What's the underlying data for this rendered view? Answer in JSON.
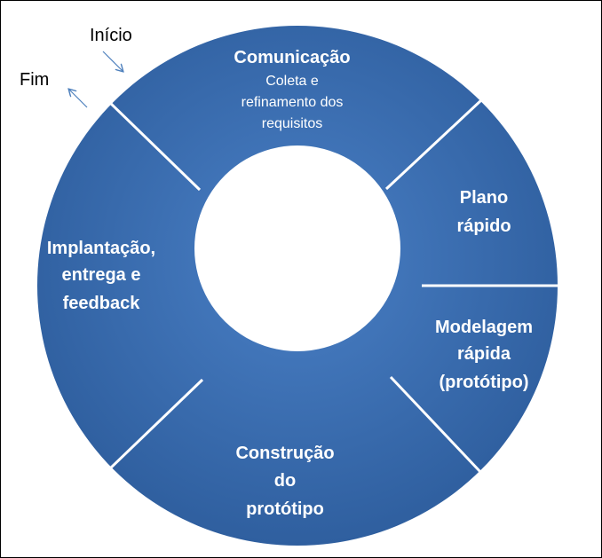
{
  "diagram": {
    "type": "cycle",
    "fill_color": "#3a6db3",
    "divider_color": "#ffffff",
    "start_label": "Início",
    "end_label": "Fim",
    "segments": [
      {
        "title": "Comunicação",
        "subtitle_lines": [
          "Coleta e",
          "refinamento dos",
          "requisitos"
        ]
      },
      {
        "title_lines": [
          "Plano",
          "rápido"
        ]
      },
      {
        "title_lines": [
          "Modelagem",
          "rápida",
          "(protótipo)"
        ]
      },
      {
        "title_lines": [
          "Construção",
          "do",
          "protótipo"
        ]
      },
      {
        "title_lines": [
          "Implantação,",
          "entrega e",
          "feedback"
        ]
      }
    ]
  }
}
